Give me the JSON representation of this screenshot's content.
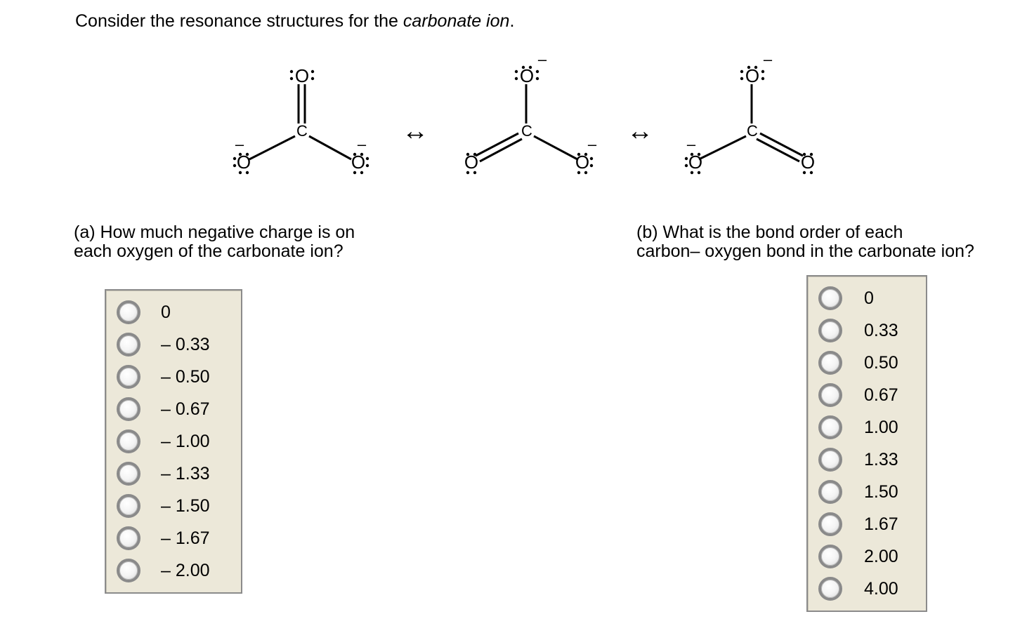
{
  "intro": {
    "text": "Consider the resonance structures for the ",
    "emphasis": "carbonate ion",
    "end": "."
  },
  "structures": {
    "atom_carbon": "C",
    "atom_oxygen": "O",
    "resonance_arrow": "↔",
    "charge": "–"
  },
  "question_a": {
    "line1": "(a) How much negative charge is on",
    "line2": "each oxygen of the carbonate ion?",
    "options": [
      "0",
      "– 0.33",
      "– 0.50",
      "– 0.67",
      "– 1.00",
      "– 1.33",
      "– 1.50",
      "– 1.67",
      "– 2.00"
    ]
  },
  "question_b": {
    "line1": "(b) What is the bond order of each",
    "line2": "carbon– oxygen bond in the carbonate ion?",
    "options": [
      "0",
      "0.33",
      "0.50",
      "0.67",
      "1.00",
      "1.33",
      "1.50",
      "1.67",
      "2.00",
      "4.00"
    ]
  },
  "colors": {
    "box_background": "#ece8d9",
    "box_border": "#8b8b8b"
  }
}
